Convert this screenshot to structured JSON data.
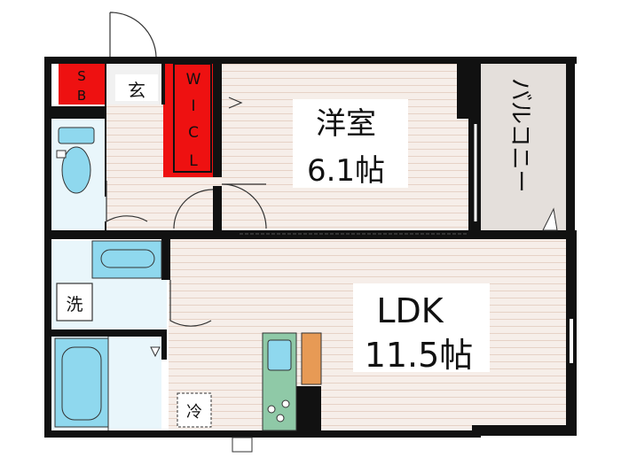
{
  "rooms": {
    "western": {
      "name": "洋室",
      "size": "6.1帖"
    },
    "ldk": {
      "name": "LDK",
      "size": "11.5帖"
    },
    "balcony": {
      "name": "バルコニー"
    },
    "entrance": {
      "name": "玄"
    },
    "shoe_box": {
      "letters": [
        "S",
        "B"
      ]
    },
    "walk_in_closet": {
      "letters": [
        "W",
        "I",
        "C",
        "L"
      ]
    },
    "washer": {
      "name": "洗"
    },
    "fridge": {
      "name": "冷"
    }
  },
  "colors": {
    "wall": "#111111",
    "wood_floor": "#f6eee9",
    "floor_line": "#e6d2c6",
    "storage_red": "#ee1111",
    "tile_floor": "#f1f1f1",
    "water_area": "#e9f6fb",
    "fixture_blue": "#8fd8ee",
    "balcony": "#e4dfdb",
    "counter_orange": "#e79a55",
    "kitchen_green": "#8fc9a7"
  }
}
